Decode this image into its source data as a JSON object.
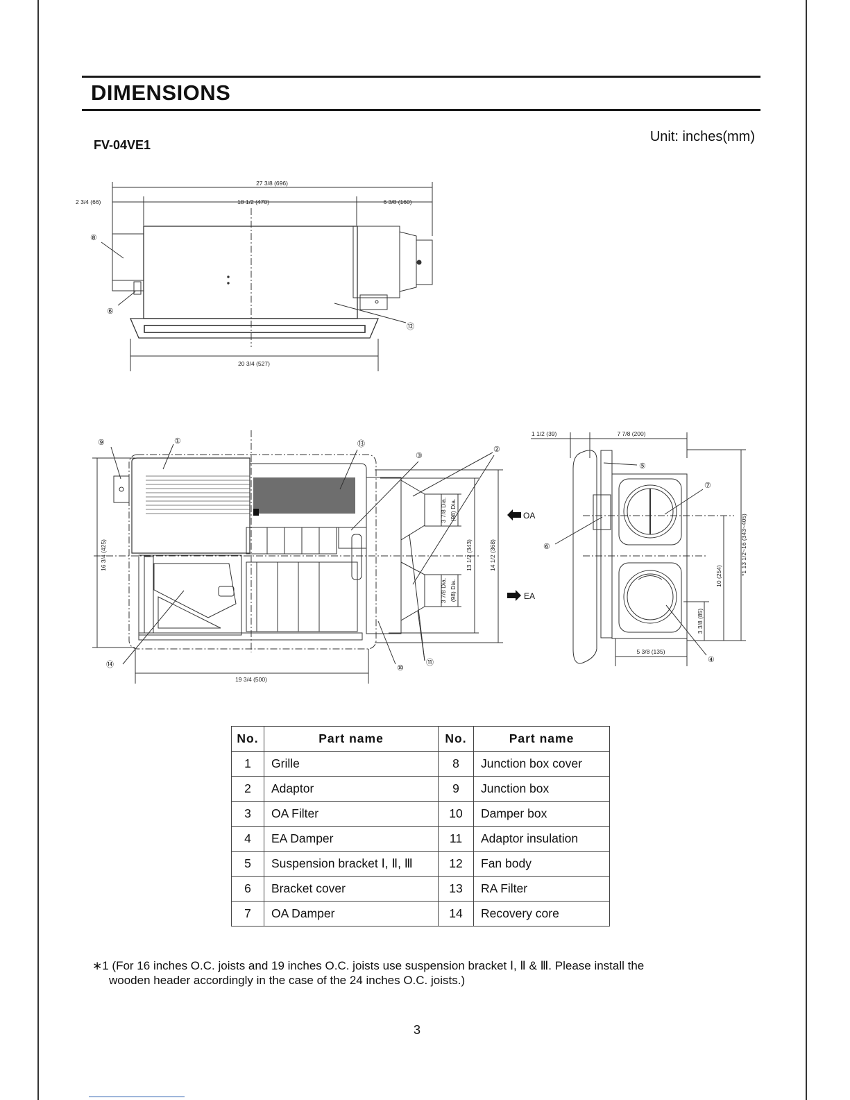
{
  "header": {
    "title": "DIMENSIONS",
    "model": "FV-04VE1",
    "unit": "Unit: inches(mm)"
  },
  "top_view": {
    "dim_overall": "27 3/8 (696)",
    "dim_left": "2 3/4 (66)",
    "dim_body": "18 1/2 (470)",
    "dim_right": "6 3/8 (160)",
    "dim_grille": "20 3/4 (527)",
    "callouts": [
      "⑧",
      "⑥",
      "⑫"
    ]
  },
  "front_view": {
    "dim_height": "16 3/4 (425)",
    "dim_width": "19 3/4 (500)",
    "dim_oa_dia": "3 7/8 Dia.",
    "dim_oa_dia_mm": "(98) Dia.",
    "dim_ea_dia": "3 7/8 Dia.",
    "dim_ea_dia_mm": "(98) Dia.",
    "dim_inner": "13 1/2 (343)",
    "dim_outer": "14 1/2 (368)",
    "oa_label": "OA",
    "ea_label": "EA",
    "callouts": [
      "⑨",
      "①",
      "⑬",
      "③",
      "②",
      "⑭",
      "⑩",
      "⑪"
    ]
  },
  "side_view": {
    "dim_top_left": "1  1/2 (39)",
    "dim_top_right": "7  7/8 (200)",
    "dim_spacing": "10 (254)",
    "dim_joist": "*1 13 1/2~16 (343~405)",
    "dim_lower": "3 3/8 (85)",
    "dim_bottom": "5 3/8 (135)",
    "callouts": [
      "⑤",
      "⑦",
      "⑥",
      "④"
    ]
  },
  "parts_table": {
    "headers": [
      "No.",
      "Part name",
      "No.",
      "Part name"
    ],
    "rows": [
      {
        "no1": "1",
        "name1": "Grille",
        "no2": "8",
        "name2": "Junction box cover"
      },
      {
        "no1": "2",
        "name1": "Adaptor",
        "no2": "9",
        "name2": "Junction box"
      },
      {
        "no1": "3",
        "name1": "OA Filter",
        "no2": "10",
        "name2": "Damper box"
      },
      {
        "no1": "4",
        "name1": "EA Damper",
        "no2": "11",
        "name2": "Adaptor insulation"
      },
      {
        "no1": "5",
        "name1": "Suspension bracket Ⅰ, Ⅱ, Ⅲ",
        "no2": "12",
        "name2": "Fan body"
      },
      {
        "no1": "6",
        "name1": "Bracket cover",
        "no2": "13",
        "name2": "RA Filter"
      },
      {
        "no1": "7",
        "name1": "OA Damper",
        "no2": "14",
        "name2": "Recovery core"
      }
    ]
  },
  "footnote": {
    "line1": "∗1 (For 16 inches  O.C. joists and 19 inches O.C. joists use suspension bracket Ⅰ, Ⅱ  &  Ⅲ. Please install the",
    "line2": "wooden header accordingly in the case of the 24 inches O.C. joists.)"
  },
  "page_number": "3"
}
